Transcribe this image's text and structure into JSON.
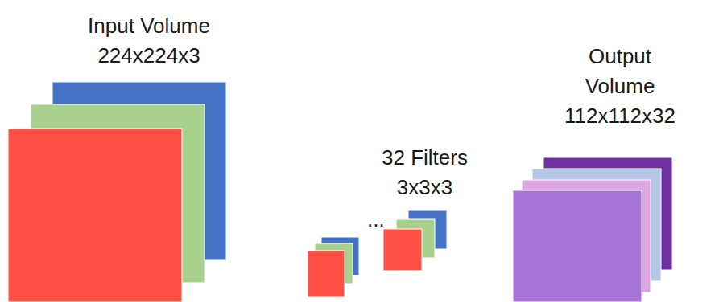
{
  "diagram": {
    "nodes": [
      {
        "text": [
          "Input Volume",
          "224x224x3"
        ]
      },
      {
        "text": [
          "32 Filters",
          "3x3x3"
        ]
      },
      {
        "text": [
          "Output Volume",
          "112x112x32"
        ]
      }
    ],
    "labels": [
      "..."
    ]
  }
}
